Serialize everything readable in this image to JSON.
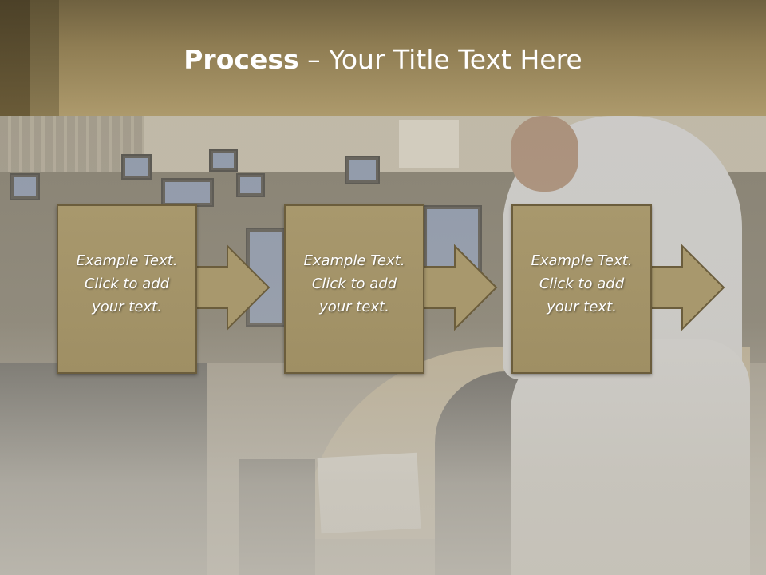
{
  "slide": {
    "title_bold": "Process",
    "title_rest": " – Your Title Text Here"
  },
  "steps": [
    {
      "line1": "Example Text.",
      "line2": "Click  to add",
      "line3": "your text."
    },
    {
      "line1": "Example Text.",
      "line2": "Click  to add",
      "line3": "your text."
    },
    {
      "line1": "Example Text.",
      "line2": "Click  to add",
      "line3": "your text."
    }
  ],
  "colors": {
    "header": "#ad9a6c",
    "box_fill": "#a8986d",
    "box_border": "#6b5d3c",
    "text": "#ffffff"
  }
}
